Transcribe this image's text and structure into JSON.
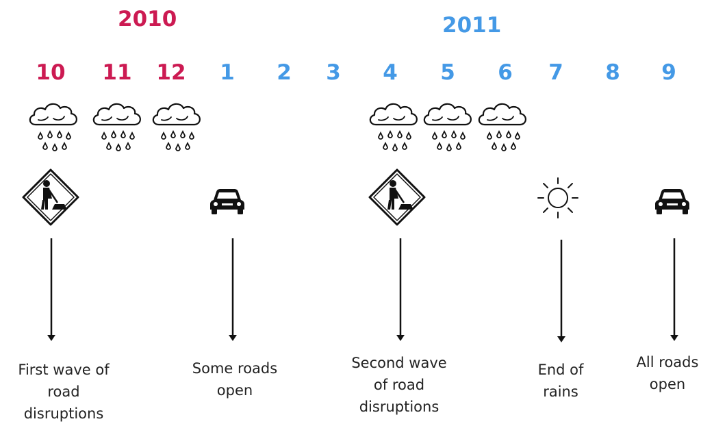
{
  "colors": {
    "year_2010": "#cc1a52",
    "year_2011": "#4499e6",
    "ink": "#111111"
  },
  "years": [
    {
      "label": "2010"
    },
    {
      "label": "2011"
    }
  ],
  "months": [
    {
      "label": "10",
      "year": "2010"
    },
    {
      "label": "11",
      "year": "2010"
    },
    {
      "label": "12",
      "year": "2010"
    },
    {
      "label": "1",
      "year": "2011"
    },
    {
      "label": "2",
      "year": "2011"
    },
    {
      "label": "3",
      "year": "2011"
    },
    {
      "label": "4",
      "year": "2011"
    },
    {
      "label": "5",
      "year": "2011"
    },
    {
      "label": "6",
      "year": "2011"
    },
    {
      "label": "7",
      "year": "2011"
    },
    {
      "label": "8",
      "year": "2011"
    },
    {
      "label": "9",
      "year": "2011"
    }
  ],
  "rain_months": [
    "10",
    "11",
    "12",
    "4",
    "5",
    "6"
  ],
  "events": [
    {
      "month": "10",
      "icon": "road-work-sign-icon",
      "caption": [
        "First wave of",
        "road",
        "disruptions"
      ]
    },
    {
      "month": "1",
      "icon": "car-icon",
      "caption": [
        "Some roads",
        "open"
      ]
    },
    {
      "month": "4",
      "icon": "road-work-sign-icon",
      "caption": [
        "Second wave",
        "of road",
        "disruptions"
      ]
    },
    {
      "month": "7",
      "icon": "sun-icon",
      "caption": [
        "End of",
        "rains"
      ]
    },
    {
      "month": "9",
      "icon": "car-icon",
      "caption": [
        "All roads",
        "open"
      ]
    }
  ]
}
